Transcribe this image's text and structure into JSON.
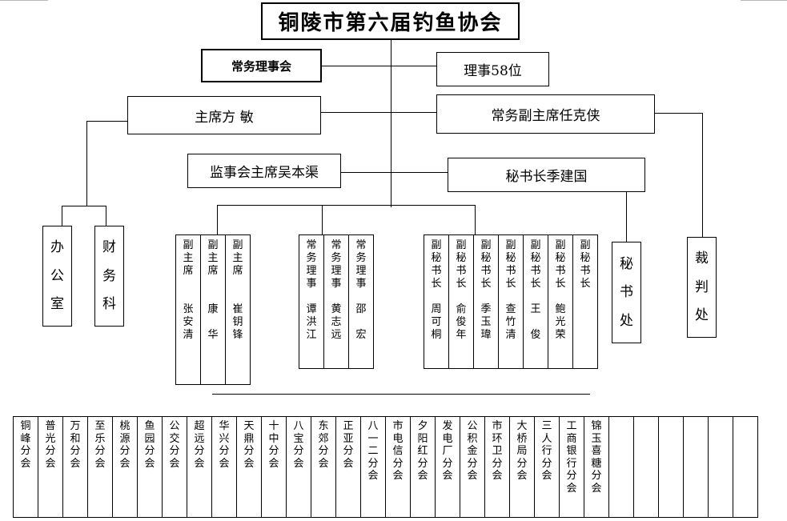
{
  "org": {
    "title": "铜陵市第六届钓鱼协会",
    "standing_board": "常务理事会",
    "directors": "理事58位",
    "chairman": "主席方 敏",
    "exec_vice": "常务副主席任克侠",
    "supervisor": "监事会主席吴本渠",
    "secretary_general": "秘书长季建国",
    "office": "办公室",
    "finance": "财务科",
    "secretariat": "秘书处",
    "arbitration": "裁判处"
  },
  "vice_chairs": [
    {
      "role": "副主席",
      "name": "张安清"
    },
    {
      "role": "副主席",
      "name": "康 华"
    },
    {
      "role": "副主席",
      "name": "崔钥锋"
    }
  ],
  "standing_directors": [
    {
      "role": "常务理事",
      "name": "谭洪江"
    },
    {
      "role": "常务理事",
      "name": "黄志远"
    },
    {
      "role": "常务理事",
      "name": "邵 宏"
    }
  ],
  "deputy_secretaries": [
    {
      "role": "副秘书长",
      "name": "周可桐"
    },
    {
      "role": "副秘书长",
      "name": "俞俊年"
    },
    {
      "role": "副秘书长",
      "name": "季玉瑋"
    },
    {
      "role": "副秘书长",
      "name": "查竹清"
    },
    {
      "role": "副秘书长",
      "name": "王 俊"
    },
    {
      "role": "副秘书长",
      "name": "鲍光荣"
    },
    {
      "role": "副秘书长",
      "name": ""
    }
  ],
  "branches": [
    "铜峰分会",
    "普光分会",
    "万和分会",
    "至乐分会",
    "桃源分会",
    "鱼园分会",
    "公交分会",
    "超远分会",
    "华兴分会",
    "天鼎分会",
    "十中分会",
    "八宝分会",
    "东郊分会",
    "正亚分会",
    "八一二分会",
    "市电信分会",
    "夕阳红分会",
    "发电厂分会",
    "公积金分会",
    "市环卫分会",
    "大桥局分会",
    "三人行分会",
    "工商银行分会",
    "锦玉喜糖分会",
    "",
    "",
    "",
    "",
    "",
    ""
  ]
}
